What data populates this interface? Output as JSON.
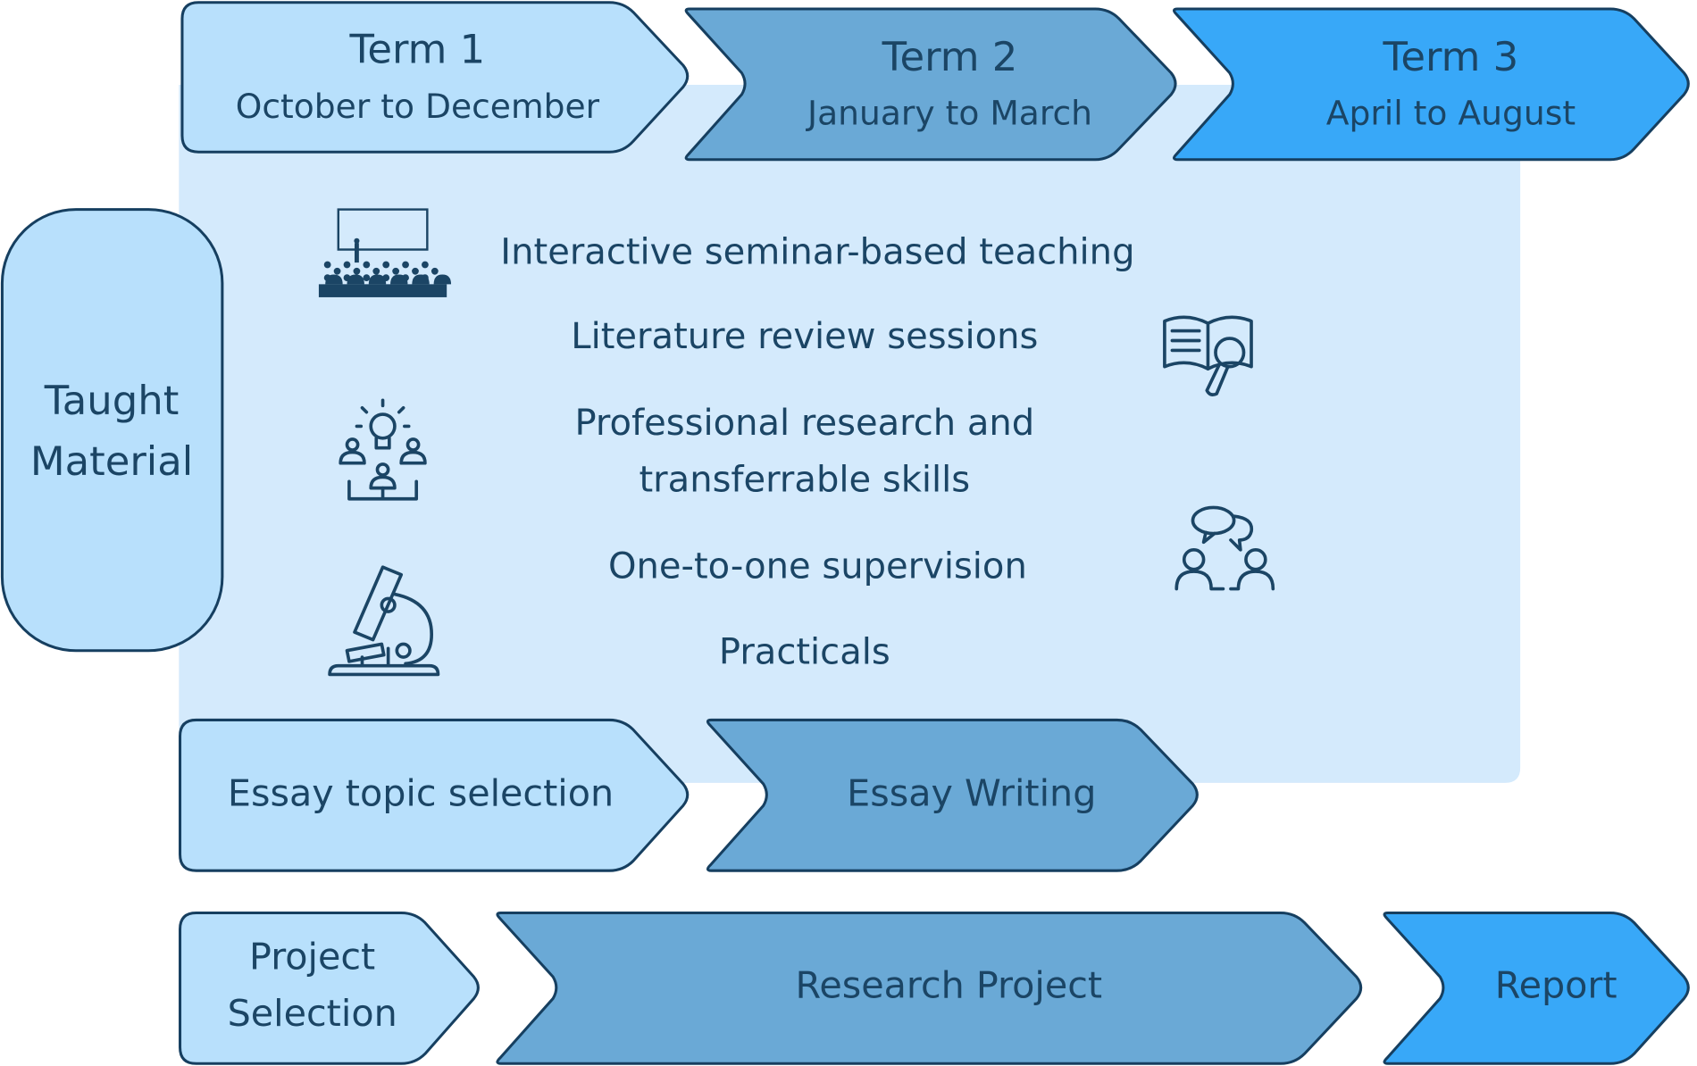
{
  "colors": {
    "light": "#b8e0fc",
    "medium": "#6aa9d6",
    "bright": "#38a8f8",
    "panel": "#d4eafc",
    "stroke": "#163f60",
    "text": "#1b4565"
  },
  "terms": [
    {
      "title": "Term 1",
      "subtitle": "October to December"
    },
    {
      "title": "Term 2",
      "subtitle": "January to March"
    },
    {
      "title": "Term 3",
      "subtitle": "April to August"
    }
  ],
  "taught_material": {
    "line1": "Taught",
    "line2": "Material"
  },
  "items": [
    {
      "label": "Interactive seminar-based teaching",
      "icon": "lecture-audience-icon"
    },
    {
      "label": "Literature review sessions",
      "icon": "book-magnifier-icon"
    },
    {
      "label_line1": "Professional research and",
      "label_line2": "transferrable skills",
      "icon": "group-lightbulb-icon"
    },
    {
      "label": "One-to-one supervision",
      "icon": "two-people-conversation-icon"
    },
    {
      "label": "Practicals",
      "icon": "microscope-icon"
    }
  ],
  "essay": {
    "selection": "Essay topic selection",
    "writing": "Essay Writing"
  },
  "project": {
    "selection_line1": "Project",
    "selection_line2": "Selection",
    "research": "Research Project",
    "report": "Report"
  }
}
